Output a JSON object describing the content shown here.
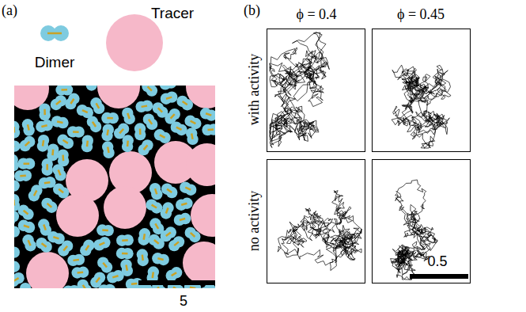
{
  "diagram": {
    "labels": [
      "(a)",
      "Dimer",
      "Tracer",
      "5",
      "(b)",
      "ϕ = 0.4",
      "ϕ = 0.45",
      "with activity",
      "no activity",
      "0.5"
    ]
  }
}
